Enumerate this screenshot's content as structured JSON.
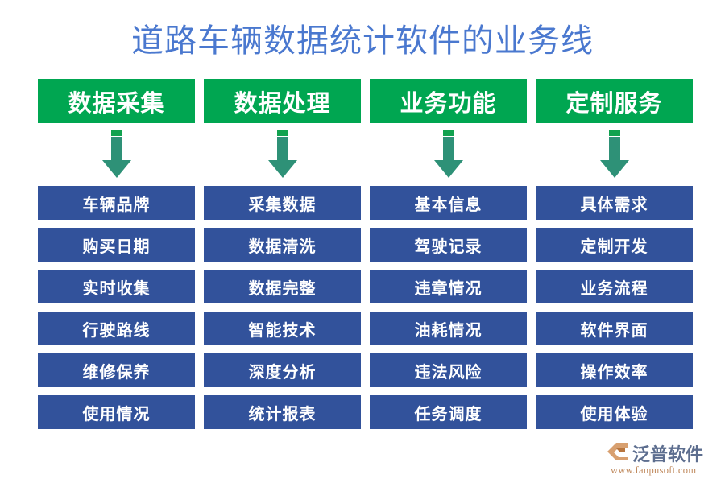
{
  "page": {
    "title": "道路车辆数据统计软件的业务线",
    "background_color": "#ffffff",
    "title_color": "#4a78cf"
  },
  "theme": {
    "header_green": "#00a651",
    "item_blue": "#32529b",
    "arrow_teal": "#2e9177",
    "arrow_top_green": "#11a24f",
    "text_white": "#ffffff",
    "logo_name_color": "#5d6e8f",
    "logo_url_color": "#c08a5e"
  },
  "columns": [
    {
      "header": "数据采集",
      "arrow_icon": "down-arrow-icon",
      "items": [
        "车辆品牌",
        "购买日期",
        "实时收集",
        "行驶路线",
        "维修保养",
        "使用情况"
      ]
    },
    {
      "header": "数据处理",
      "arrow_icon": "down-arrow-icon",
      "items": [
        "采集数据",
        "数据清洗",
        "数据完整",
        "智能技术",
        "深度分析",
        "统计报表"
      ]
    },
    {
      "header": "业务功能",
      "arrow_icon": "down-arrow-icon",
      "items": [
        "基本信息",
        "驾驶记录",
        "违章情况",
        "油耗情况",
        "违法风险",
        "任务调度"
      ]
    },
    {
      "header": "定制服务",
      "arrow_icon": "down-arrow-icon",
      "items": [
        "具体需求",
        "定制开发",
        "业务流程",
        "软件界面",
        "操作效率",
        "使用体验"
      ]
    }
  ],
  "logo": {
    "mark_icon": "fanpu-swirl-logo-icon",
    "name": "泛普软件",
    "url": "www.fanpusoft.com"
  }
}
